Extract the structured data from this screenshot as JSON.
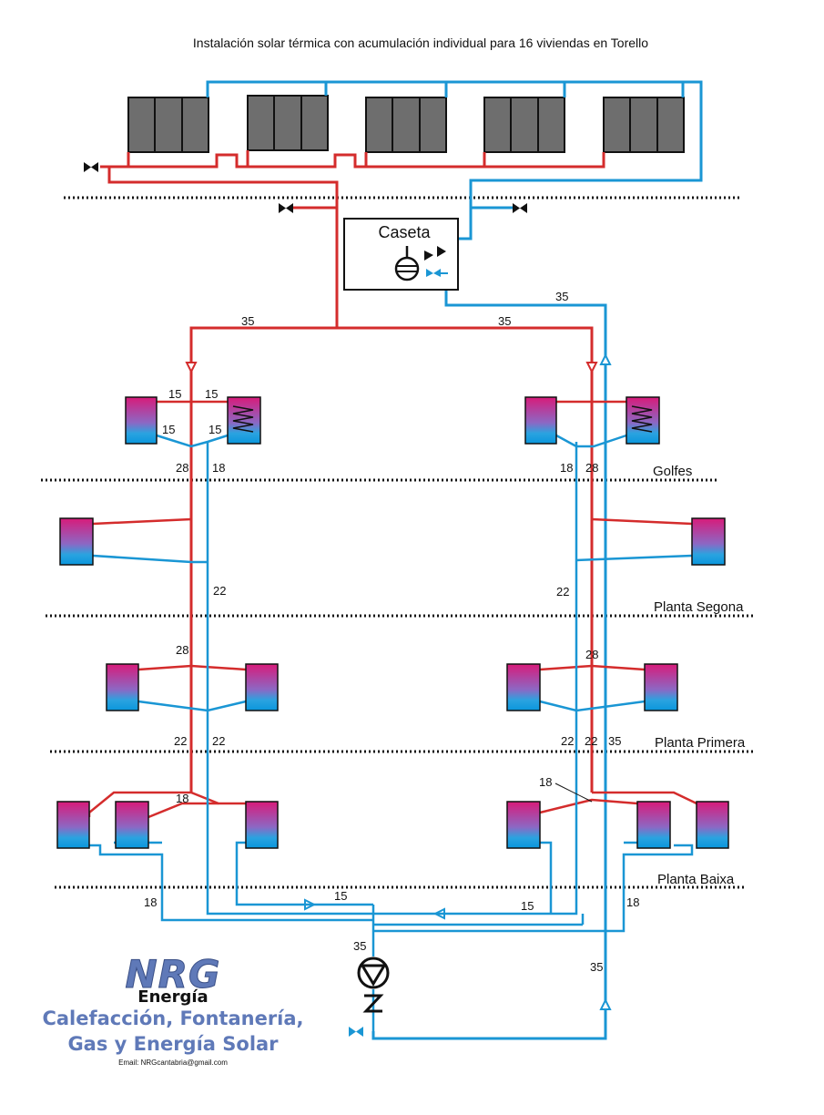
{
  "title": "Instalación solar térmica con acumulación individual para 16 viviendas en Torello",
  "caseta_label": "Caseta",
  "floors": {
    "golfes": "Golfes",
    "segona": "Planta Segona",
    "primera": "Planta Primera",
    "baixa": "Planta Baixa"
  },
  "pipe_labels": {
    "l35a": "35",
    "l35b": "35",
    "l35c": "35",
    "l35d": "35",
    "l35e": "35",
    "l35f": "35",
    "l15a": "15",
    "l15b": "15",
    "l15c": "15",
    "l15d": "15",
    "l15e": "15",
    "l15f": "15",
    "l28a": "28",
    "l28b": "28",
    "l28c": "28",
    "l28d": "28",
    "l18a": "18",
    "l18b": "18",
    "l18c": "18",
    "l18d": "18",
    "l18e": "18",
    "l18f": "18",
    "l22a": "22",
    "l22b": "22",
    "l22c": "22",
    "l22d": "22",
    "l22e": "22",
    "l22f": "22"
  },
  "brand": {
    "name": "NRG",
    "sub": "Energía",
    "tagline1": "Calefacción, Fontanería,",
    "tagline2": "Gas y Energía Solar",
    "email": "Email: NRGcantabria@gmail.com"
  },
  "colors": {
    "hot": "#d42c2c",
    "cold": "#1a96d4",
    "panel": "#6e6e6e",
    "brand": "#5f79b8"
  }
}
